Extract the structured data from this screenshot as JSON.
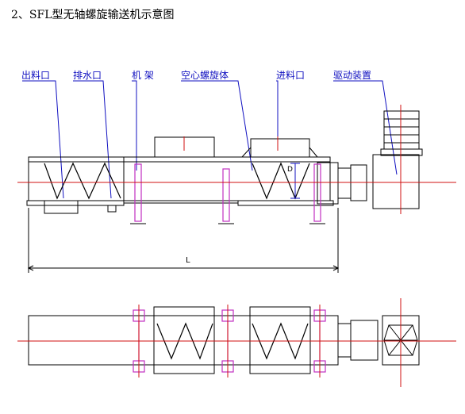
{
  "title": "2、SFL型无轴螺旋输送机示意图",
  "labels": {
    "outlet": "出料口",
    "drain": "排水口",
    "frame": "机 架",
    "spiral": "空心螺旋体",
    "inlet": "进料口",
    "drive": "驱动装置"
  },
  "dims": {
    "length": "L",
    "diameter": "D"
  },
  "colors": {
    "line": "#000000",
    "axis": "#d01010",
    "leader": "#1010c0",
    "support": "#c030c0"
  }
}
